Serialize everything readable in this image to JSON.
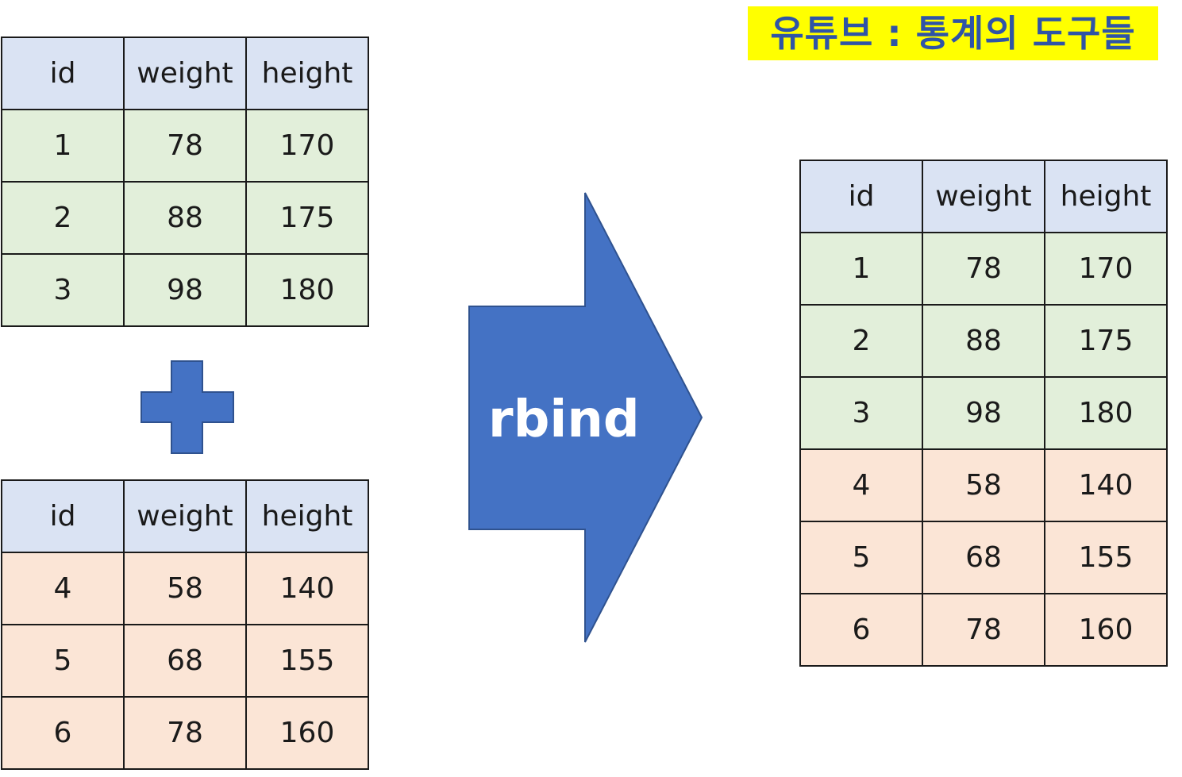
{
  "title": "유튜브 : 통계의 도구들",
  "operation_label": "rbind",
  "colors": {
    "title_background": "#ffff00",
    "title_text": "#2f54a6",
    "shape_fill": "#4472c4",
    "header_fill": "#dae3f3",
    "first_rows_fill": "#e2efda",
    "second_rows_fill": "#fbe5d6"
  },
  "icons": {
    "plus": "plus-icon",
    "arrow": "right-arrow-icon"
  },
  "table_top": {
    "headers": [
      "id",
      "weight",
      "height"
    ],
    "rows": [
      [
        "1",
        "78",
        "170"
      ],
      [
        "2",
        "88",
        "175"
      ],
      [
        "3",
        "98",
        "180"
      ]
    ]
  },
  "table_bottom": {
    "headers": [
      "id",
      "weight",
      "height"
    ],
    "rows": [
      [
        "4",
        "58",
        "140"
      ],
      [
        "5",
        "68",
        "155"
      ],
      [
        "6",
        "78",
        "160"
      ]
    ]
  },
  "table_result": {
    "headers": [
      "id",
      "weight",
      "height"
    ],
    "rows": [
      [
        "1",
        "78",
        "170"
      ],
      [
        "2",
        "88",
        "175"
      ],
      [
        "3",
        "98",
        "180"
      ],
      [
        "4",
        "58",
        "140"
      ],
      [
        "5",
        "68",
        "155"
      ],
      [
        "6",
        "78",
        "160"
      ]
    ]
  }
}
